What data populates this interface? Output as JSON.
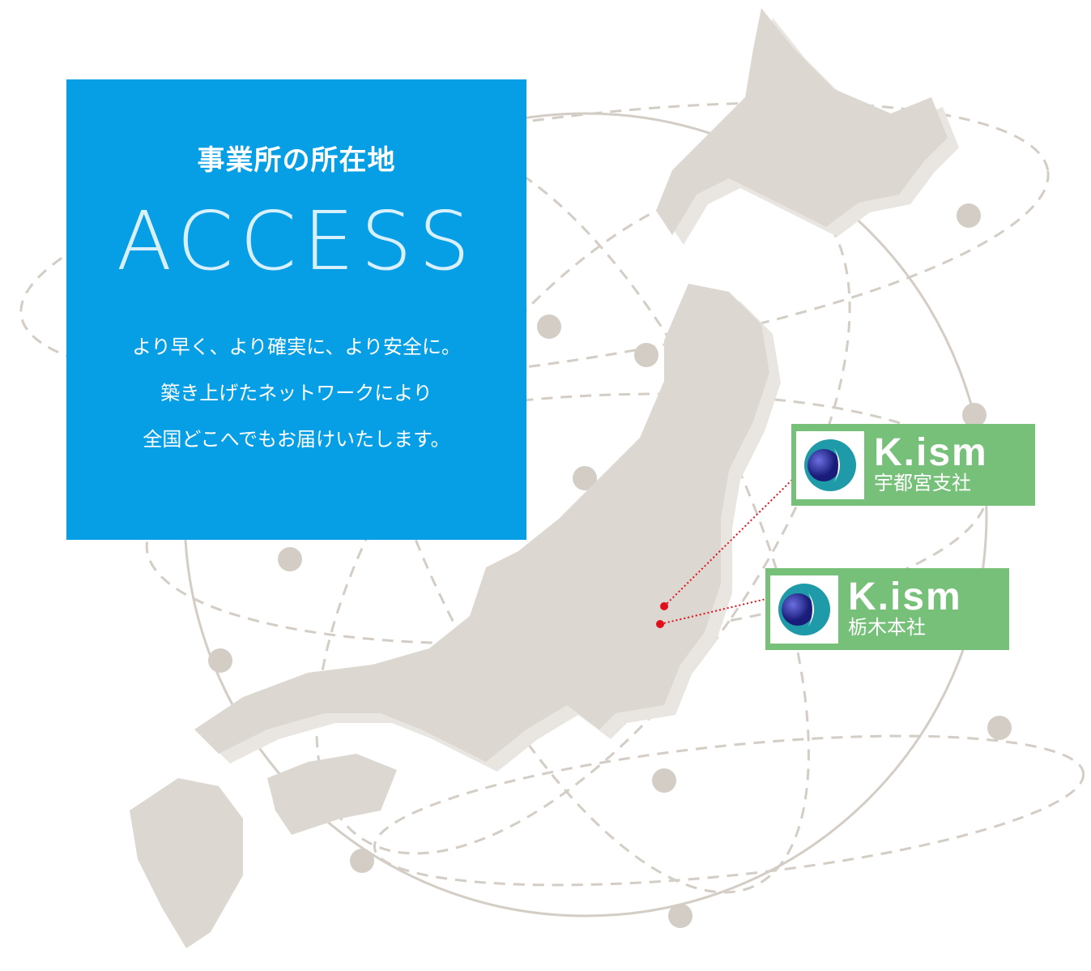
{
  "panel": {
    "subtitle": "事業所の所在地",
    "title": "ACCESS",
    "lines": [
      "より早く、より確実に、より安全に。",
      "築き上げたネットワークにより",
      "全国どこへでもお届けいたします。"
    ]
  },
  "offices": [
    {
      "brand": "K.ism",
      "name": "宇都宮支社"
    },
    {
      "brand": "K.ism",
      "name": "栃木本社"
    }
  ],
  "colors": {
    "panel": "#069fe6",
    "label": "#77c07a",
    "map": "#dcd7d0",
    "marker": "#e0101a"
  }
}
